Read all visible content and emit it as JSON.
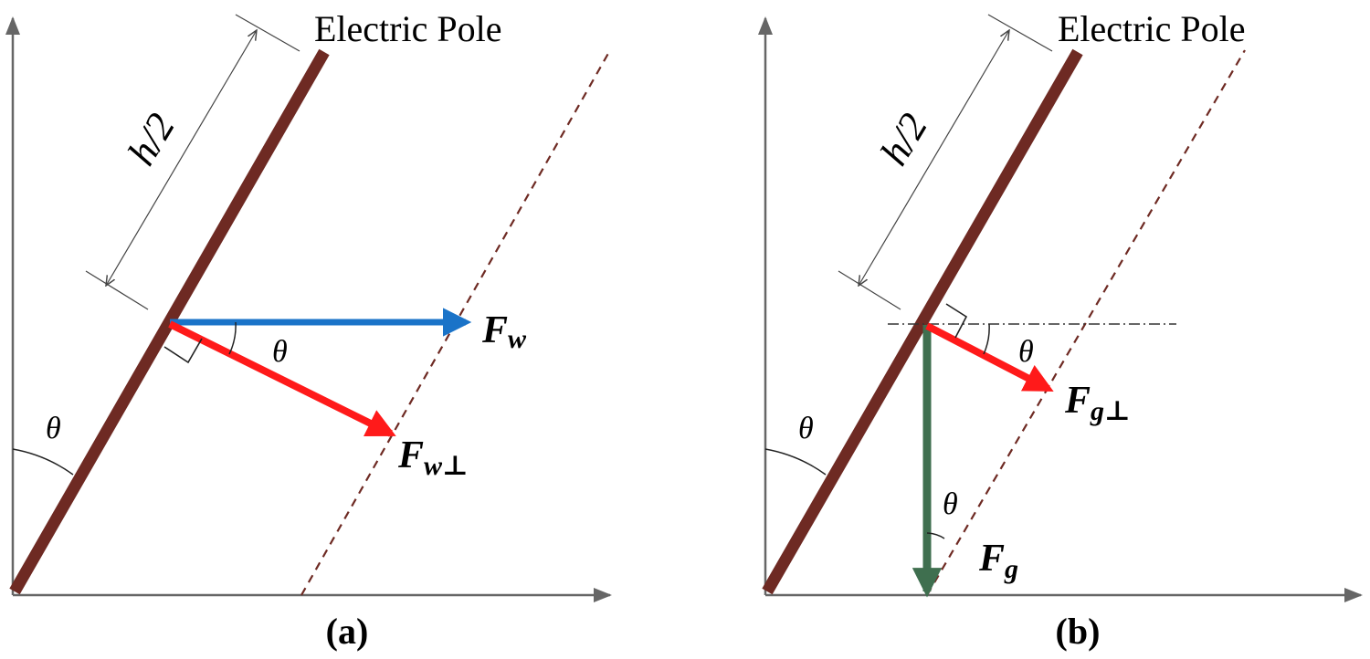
{
  "colors": {
    "axis": "#666666",
    "pole": "#6e2a23",
    "wind": "#1a73c8",
    "perp": "#ff1a1a",
    "gravity": "#3f6f4f",
    "dim": "#444444"
  },
  "panel_a": {
    "pole_label": "Electric Pole",
    "dim_label": "h/2",
    "theta_angle": "θ",
    "theta_force": "θ",
    "force_main": "F",
    "force_main_sub": "w",
    "force_perp": "F",
    "force_perp_sub": "w⊥",
    "caption": "(a)"
  },
  "panel_b": {
    "pole_label": "Electric Pole",
    "dim_label": "h/2",
    "theta_angle": "θ",
    "theta_force": "θ",
    "theta_gravity": "θ",
    "force_main": "F",
    "force_main_sub": "g",
    "force_perp": "F",
    "force_perp_sub": "g⊥",
    "caption": "(b)"
  }
}
